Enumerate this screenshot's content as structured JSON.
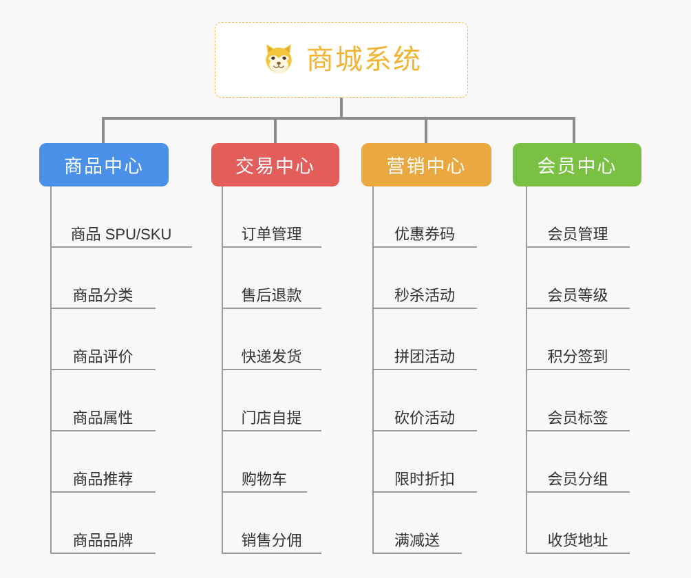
{
  "background_color": "#f8f8f8",
  "root": {
    "title": "商城系统",
    "icon": "shiba-dog-icon",
    "text_color": "#f1b434",
    "border_color": "#f0b84a",
    "background_color": "#ffffff"
  },
  "connector_color": "#8c8c8c",
  "leaf_line_color": "#9a9a9a",
  "columns": [
    {
      "title": "商品中心",
      "color": "#4a90e8",
      "items": [
        "商品 SPU/SKU",
        "商品分类",
        "商品评价",
        "商品属性",
        "商品推荐",
        "商品品牌"
      ]
    },
    {
      "title": "交易中心",
      "color": "#e35d5b",
      "items": [
        "订单管理",
        "售后退款",
        "快递发货",
        "门店自提",
        "购物车",
        "销售分佣"
      ]
    },
    {
      "title": "营销中心",
      "color": "#eaa840",
      "items": [
        "优惠券码",
        "秒杀活动",
        "拼团活动",
        "砍价活动",
        "限时折扣",
        "满减送"
      ]
    },
    {
      "title": "会员中心",
      "color": "#7ac143",
      "items": [
        "会员管理",
        "会员等级",
        "积分签到",
        "会员标签",
        "会员分组",
        "收货地址"
      ]
    }
  ]
}
